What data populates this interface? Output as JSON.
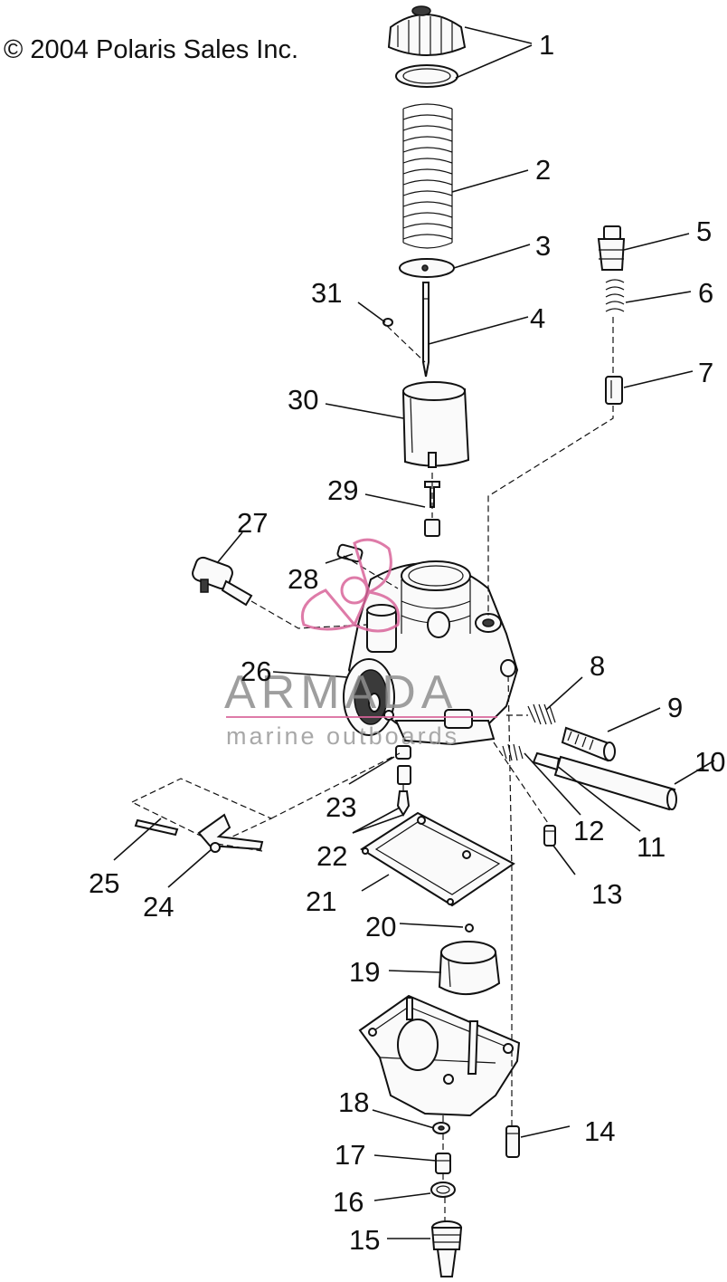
{
  "copyright": "© 2004 Polaris Sales Inc.",
  "watermark": {
    "brand": "ARMADA",
    "tagline": "marine outboards",
    "accent_color": "#d9649a",
    "text_color": "#8e8e8e"
  },
  "callouts": [
    "1",
    "2",
    "3",
    "4",
    "5",
    "6",
    "7",
    "8",
    "9",
    "10",
    "11",
    "12",
    "13",
    "14",
    "15",
    "16",
    "17",
    "18",
    "19",
    "20",
    "21",
    "22",
    "23",
    "24",
    "25",
    "26",
    "27",
    "28",
    "29",
    "30",
    "31"
  ]
}
